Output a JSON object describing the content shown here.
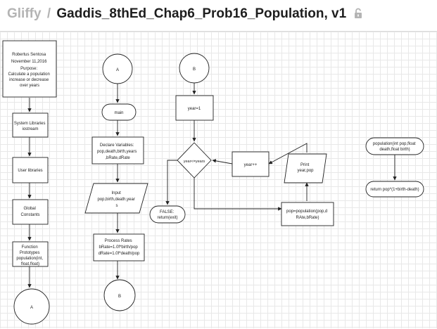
{
  "header": {
    "app_name": "Gliffy",
    "separator": "/",
    "doc_title": "Gaddis_8thEd_Chap6_Prob16_Population, v1",
    "lock_icon": "unlocked-padlock-icon"
  },
  "colors": {
    "app_name": "#b4b4b4",
    "title": "#1e1e1e",
    "grid": "#e8e8e8",
    "stroke": "#222222"
  },
  "diagram": {
    "header_box": [
      "Robertus Sentosa",
      "November 11,2016",
      "Purpose:",
      "Calculate a population",
      "increase or decrease",
      "over years"
    ],
    "system_libs": [
      "System Libraries",
      "iostream"
    ],
    "user_libs": [
      "User libraries"
    ],
    "global_consts": [
      "Global",
      "Constants"
    ],
    "func_protos": [
      "Function",
      "Prototypes",
      "population(int,",
      "float,float)"
    ],
    "connector_a_bottom": "A",
    "connector_a_top": "A",
    "main": "main",
    "declare": [
      "Declare Variables:",
      "pop,death,birth,years",
      ",bRate,dRate"
    ],
    "input": [
      "Input",
      "pop,birth,death,year",
      "s"
    ],
    "process": [
      "Process Rates",
      "bRate=1.0f*birth/pop",
      "dRate=1.0f*death/pop"
    ],
    "connector_b_bottom": "B",
    "connector_b_top": "B",
    "year_init": "year=1",
    "decision": "year<=years",
    "false_end": [
      "FALSE:",
      "return(exit)"
    ],
    "year_inc": "year++",
    "print": [
      "Print",
      "year,pop"
    ],
    "pop_calc": [
      "pop=population(pop,d",
      "RAte,bRate)"
    ],
    "func_start": [
      "population(int pop,float",
      "death,float birth)"
    ],
    "func_return": "return pop*(1+birth-death)"
  }
}
